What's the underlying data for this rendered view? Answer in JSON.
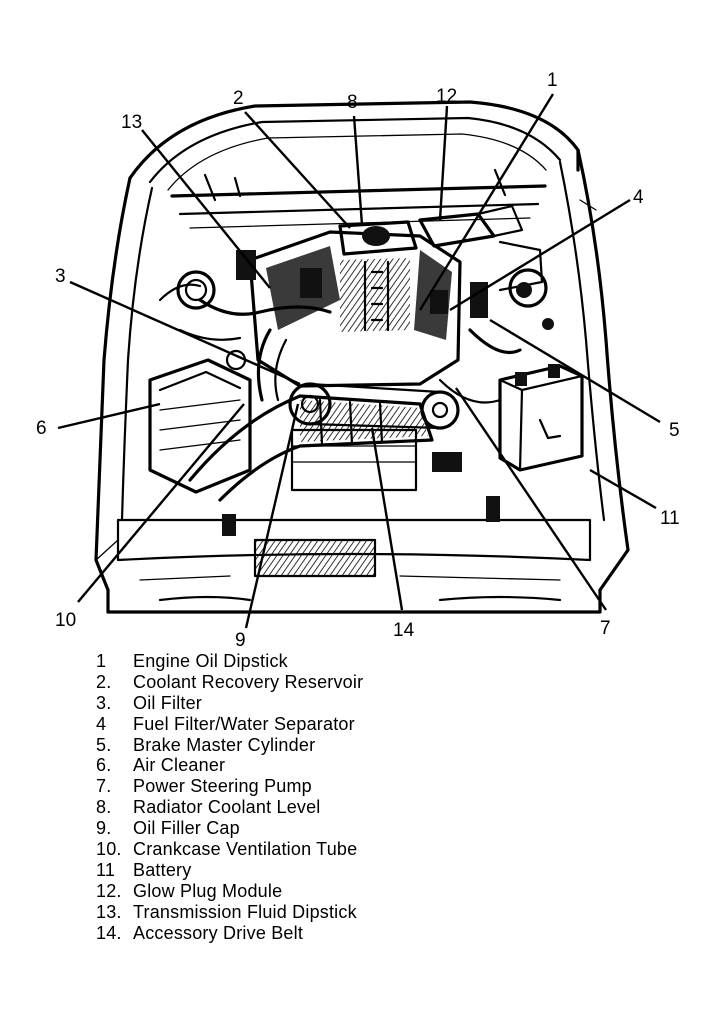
{
  "callouts": [
    {
      "num": "1"
    },
    {
      "num": "2"
    },
    {
      "num": "8"
    },
    {
      "num": "12"
    },
    {
      "num": "13"
    },
    {
      "num": "4"
    },
    {
      "num": "3"
    },
    {
      "num": "6"
    },
    {
      "num": "5"
    },
    {
      "num": "11"
    },
    {
      "num": "10"
    },
    {
      "num": "9"
    },
    {
      "num": "14"
    },
    {
      "num": "7"
    }
  ],
  "legend": [
    {
      "num": "1",
      "label": "Engine Oil Dipstick"
    },
    {
      "num": "2.",
      "label": "Coolant Recovery Reservoir"
    },
    {
      "num": "3.",
      "label": "Oil Filter"
    },
    {
      "num": "4",
      "label": "Fuel Filter/Water Separator"
    },
    {
      "num": "5.",
      "label": "Brake Master Cylinder"
    },
    {
      "num": "6.",
      "label": "Air Cleaner"
    },
    {
      "num": "7.",
      "label": "Power Steering Pump"
    },
    {
      "num": "8.",
      "label": "Radiator Coolant Level"
    },
    {
      "num": "9.",
      "label": "Oil Filler Cap"
    },
    {
      "num": "10.",
      "label": "Crankcase Ventilation Tube"
    },
    {
      "num": "11",
      "label": "Battery"
    },
    {
      "num": "12.",
      "label": "Glow Plug Module"
    },
    {
      "num": "13.",
      "label": "Transmission Fluid Dipstick"
    },
    {
      "num": "14.",
      "label": "Accessory Drive Belt"
    }
  ]
}
